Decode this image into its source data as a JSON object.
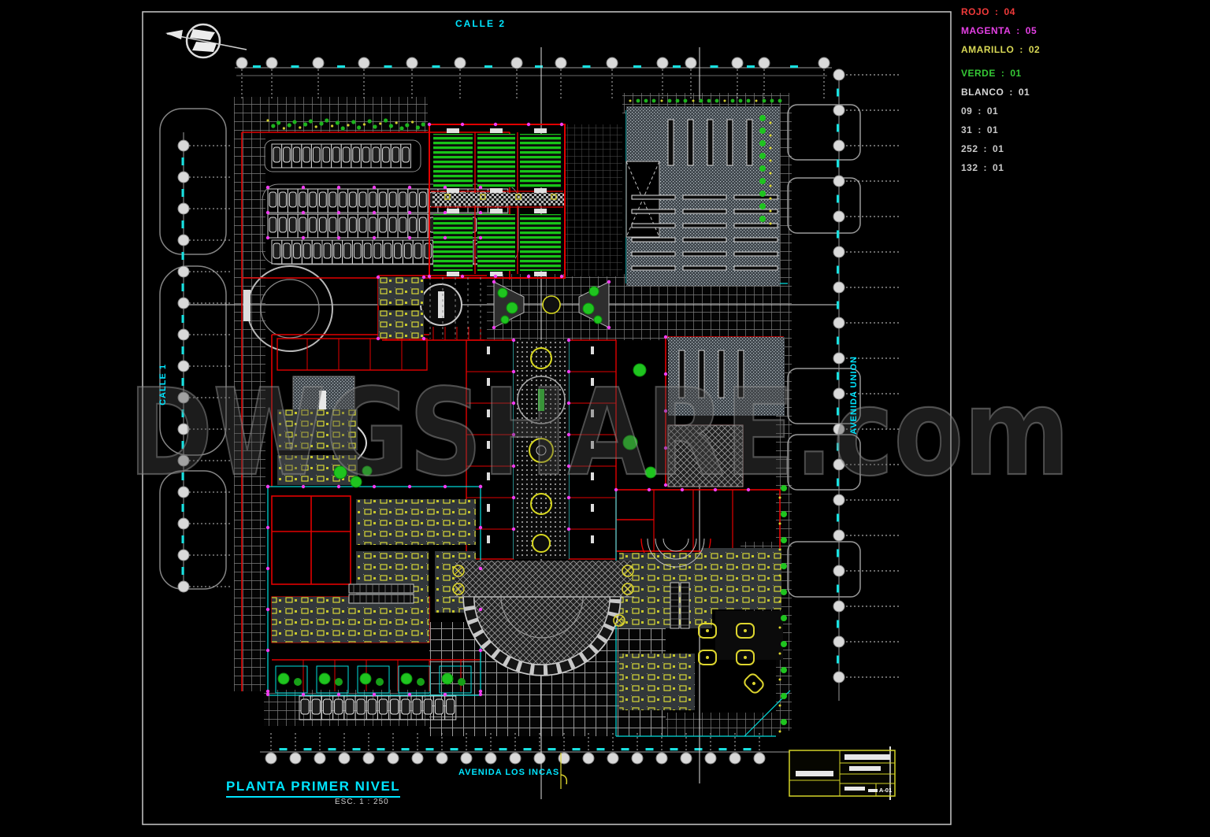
{
  "watermark": {
    "text": "DWGSHARE.com"
  },
  "streets": {
    "top": "CALLE 2",
    "left": "CALLE 1",
    "right": "AVENIDA UNION",
    "bottom": "AVENIDA LOS INCAS"
  },
  "title": {
    "text": "PLANTA PRIMER NIVEL",
    "scale": "ESC. 1 : 250"
  },
  "legend": {
    "items": [
      {
        "label": "ROJO",
        "count": "04",
        "color": "#f03a3a",
        "gap_before": false
      },
      {
        "label": "MAGENTA",
        "count": "05",
        "color": "#e540e5",
        "gap_before": false
      },
      {
        "label": "AMARILLO",
        "count": "02",
        "color": "#d8d855",
        "gap_before": false
      },
      {
        "label": "VERDE",
        "count": "01",
        "color": "#35c835",
        "gap_before": true
      },
      {
        "label": "BLANCO",
        "count": "01",
        "color": "#d6d6d6",
        "gap_before": false
      },
      {
        "label": "09",
        "count": "01",
        "color": "#c9c9c9",
        "gap_before": false
      },
      {
        "label": "31",
        "count": "01",
        "color": "#c9c9c9",
        "gap_before": false
      },
      {
        "label": "252",
        "count": "01",
        "color": "#c9c9c9",
        "gap_before": false
      },
      {
        "label": "132",
        "count": "01",
        "color": "#c9c9c9",
        "gap_before": false
      }
    ]
  },
  "titleblock": {
    "sheet_number": "A-01"
  },
  "palette": {
    "background": "#000000",
    "cad_red": "#e20000",
    "cad_magenta": "#f23df2",
    "cad_yellow": "#ddd52e",
    "cad_green": "#1fc41f",
    "cad_cyan": "#00e5ff",
    "cad_white": "#e0e0e0",
    "watermark_gray": "#8a8a8a"
  }
}
